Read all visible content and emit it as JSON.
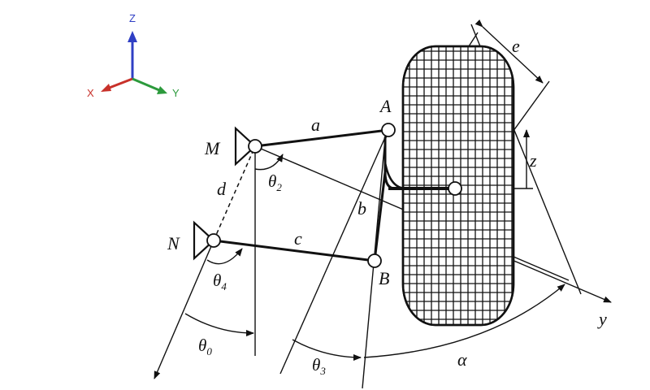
{
  "axes_widget": {
    "z_label": "Z",
    "x_label": "X",
    "y_label": "Y",
    "z_color": "#2f3fc4",
    "x_color": "#c8312a",
    "y_color": "#2c9a3c"
  },
  "labels": {
    "A": "A",
    "B": "B",
    "M": "M",
    "N": "N",
    "a": "a",
    "b": "b",
    "c": "c",
    "d": "d",
    "e": "e",
    "z": "z",
    "y": "y",
    "alpha": "α",
    "theta": "θ",
    "theta0_sub": "0",
    "theta2_sub": "2",
    "theta3_sub": "3",
    "theta4_sub": "4"
  }
}
